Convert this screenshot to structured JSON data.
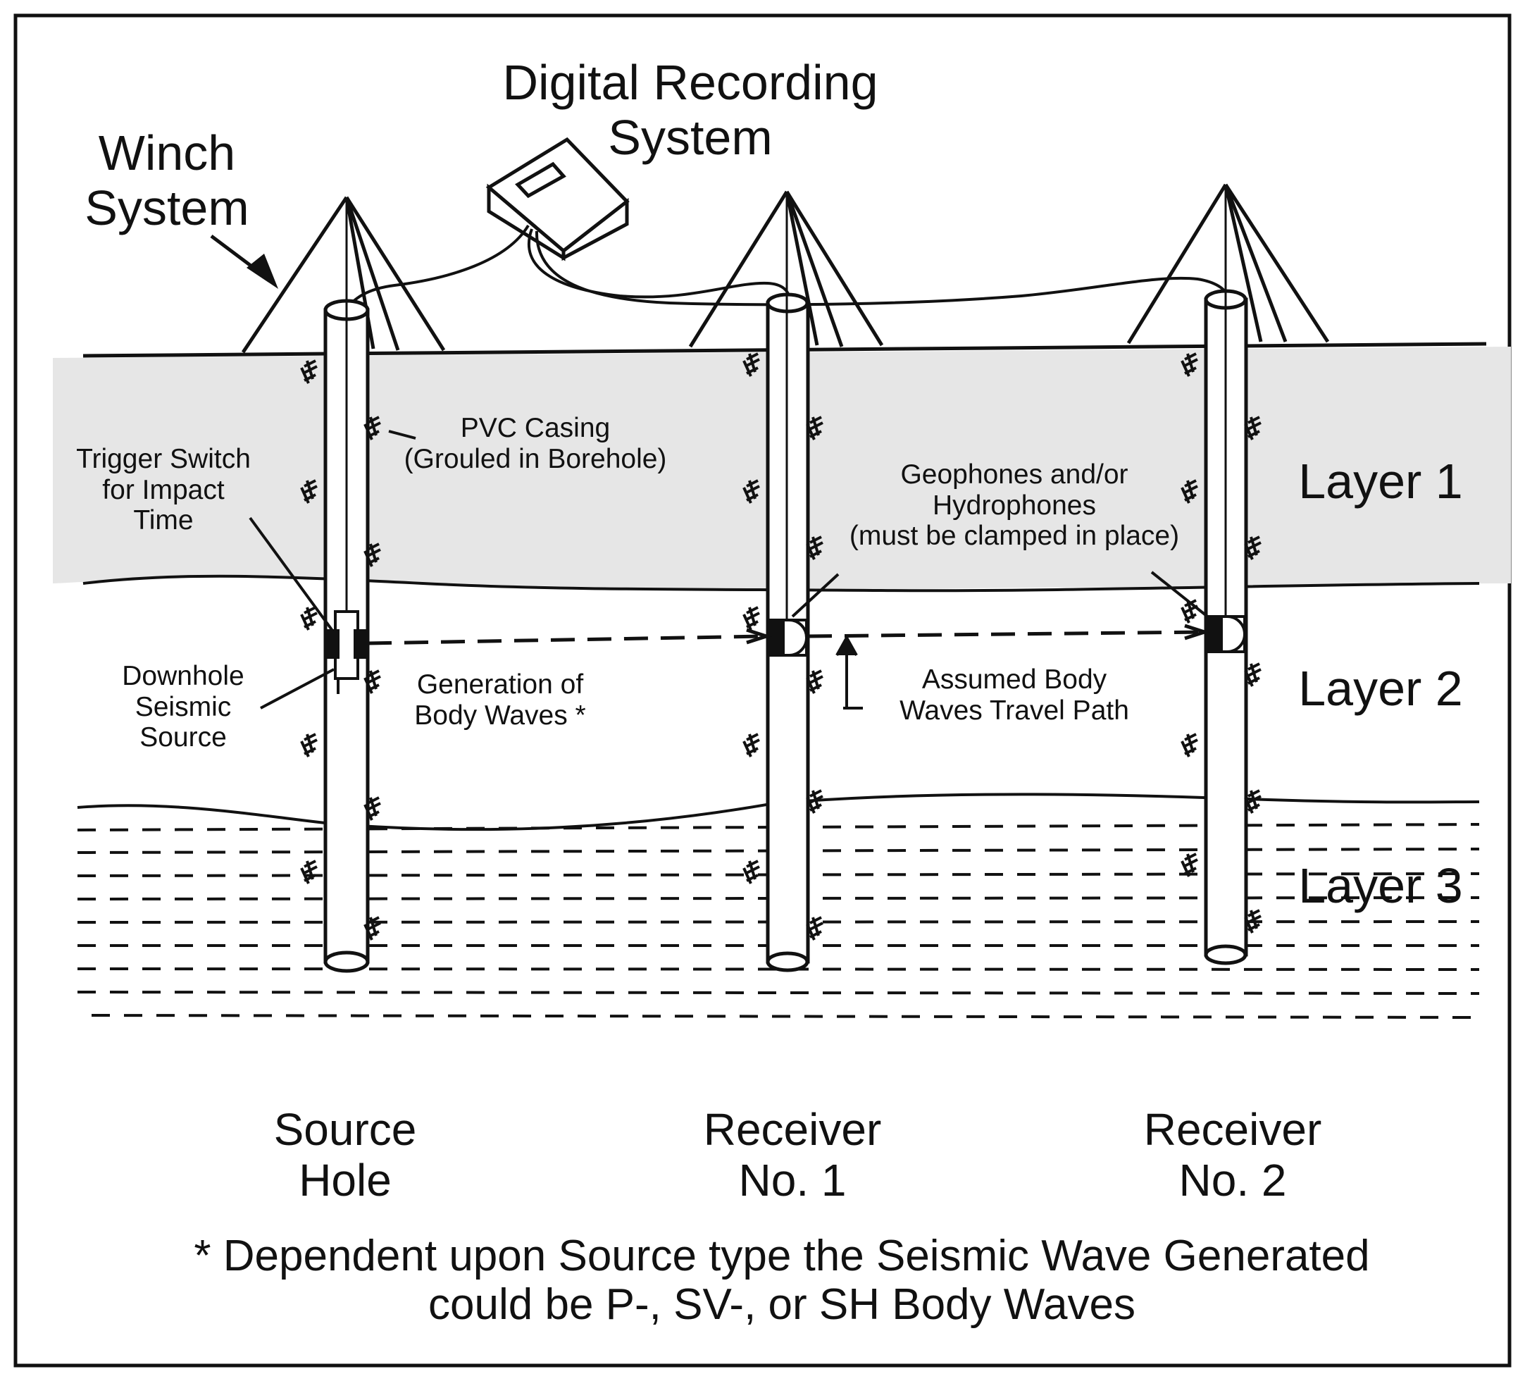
{
  "labels": {
    "recording": [
      "Digital Recording",
      "System"
    ],
    "winch": [
      "Winch",
      "System"
    ],
    "pvc": [
      "PVC Casing",
      "(Grouled in Borehole)"
    ],
    "trigger": [
      "Trigger Switch",
      "for Impact",
      "Time"
    ],
    "geophones": [
      "Geophones and/or",
      "Hydrophones",
      "(must be clamped in place)"
    ],
    "downhole": [
      "Downhole",
      "Seismic",
      "Source"
    ],
    "generation": [
      "Generation of",
      "Body Waves *"
    ],
    "travel_path": [
      "Assumed Body",
      "Waves Travel Path"
    ],
    "layers": [
      "Layer 1",
      "Layer 2",
      "Layer 3"
    ],
    "holes": {
      "source": [
        "Source",
        "Hole"
      ],
      "receiver1": [
        "Receiver",
        "No. 1"
      ],
      "receiver2": [
        "Receiver",
        "No. 2"
      ]
    },
    "footnote": [
      "* Dependent upon Source type the Seismic Wave Generated",
      "could be P-, SV-, or SH Body Waves"
    ]
  },
  "colors": {
    "ink": "#111111",
    "layer1_fill": "#e6e6e6",
    "background": "#ffffff"
  }
}
